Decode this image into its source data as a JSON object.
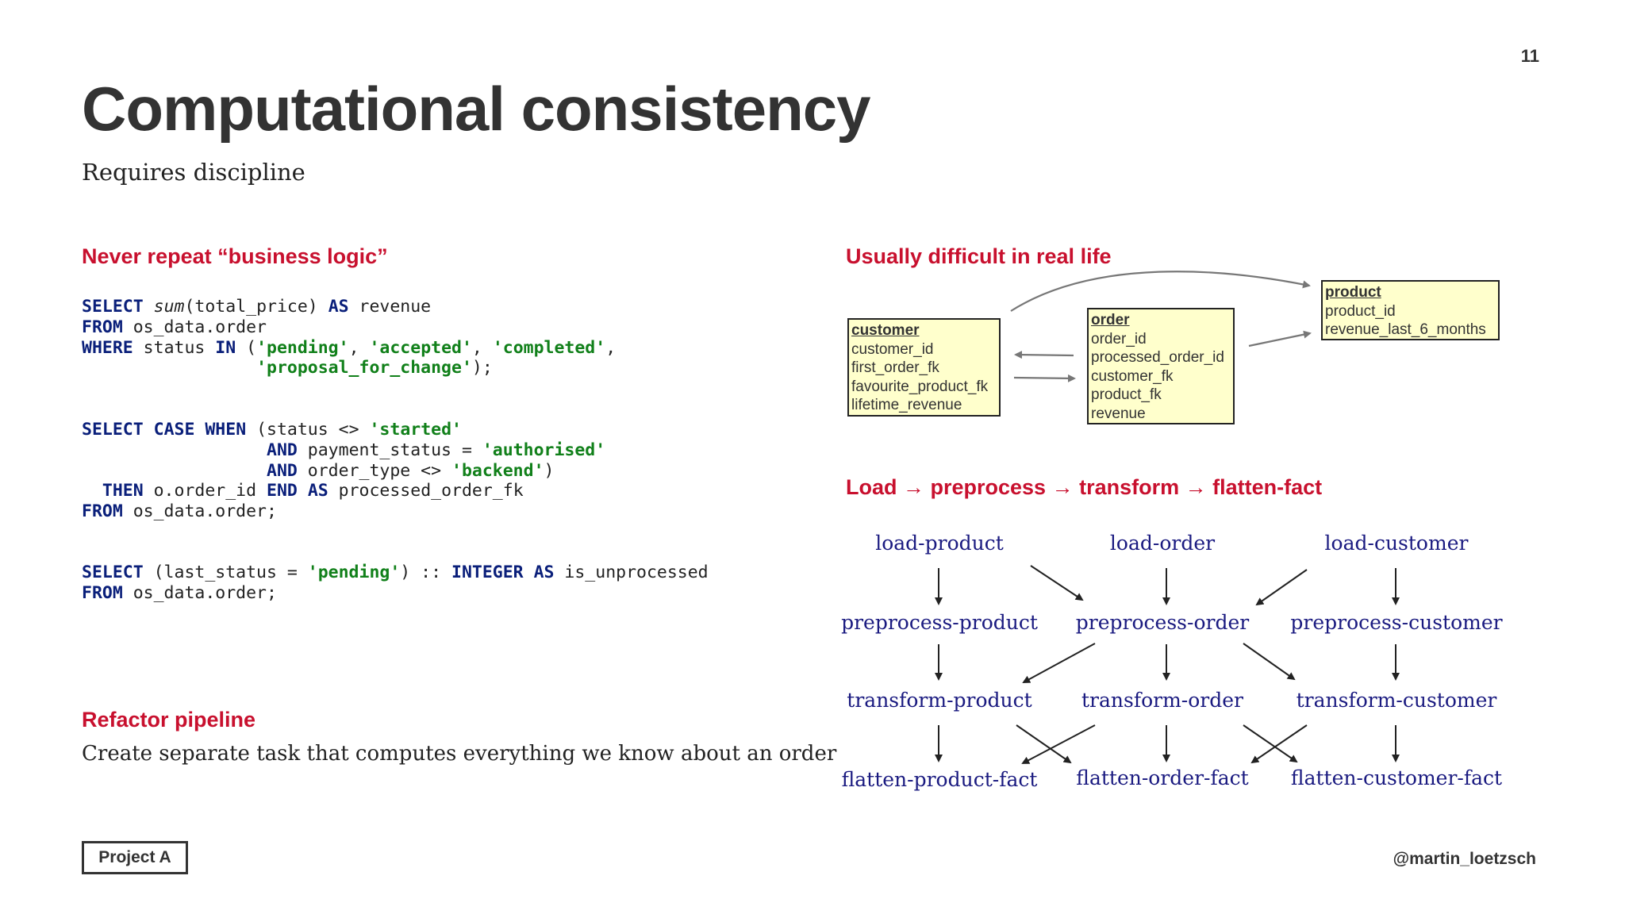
{
  "slide": {
    "page_number": "11",
    "title": "Computational consistency",
    "subtitle": "Requires discipline",
    "footer": {
      "badge": "Project A",
      "handle": "@martin_loetzsch"
    }
  },
  "left": {
    "heading1": "Never repeat “business logic”",
    "heading2": "Refactor pipeline",
    "refactor_text": "Create separate task that computes everything we know about an order"
  },
  "right": {
    "heading1": "Usually difficult in real life",
    "heading2": "Load → preprocess → transform → flatten-fact"
  },
  "erd": {
    "customer": {
      "name": "customer",
      "fields": [
        "customer_id",
        "first_order_fk",
        "favourite_product_fk",
        "lifetime_revenue"
      ]
    },
    "order": {
      "name": "order",
      "fields": [
        "order_id",
        "processed_order_id",
        "customer_fk",
        "product_fk",
        "revenue"
      ]
    },
    "product": {
      "name": "product",
      "fields": [
        "product_id",
        "revenue_last_6_months"
      ]
    }
  },
  "pipeline": {
    "load_product": "load-product",
    "load_order": "load-order",
    "load_customer": "load-customer",
    "preprocess_product": "preprocess-product",
    "preprocess_order": "preprocess-order",
    "preprocess_customer": "preprocess-customer",
    "transform_product": "transform-product",
    "transform_order": "transform-order",
    "transform_customer": "transform-customer",
    "flatten_product": "flatten-product-fact",
    "flatten_order": "flatten-order-fact",
    "flatten_customer": "flatten-customer-fact"
  },
  "sql": {
    "q1": {
      "l1": [
        "SELECT",
        "sum",
        "(total_price) ",
        "AS",
        " revenue"
      ],
      "l2": [
        "FROM",
        " os_data.order"
      ],
      "l3": [
        "WHERE",
        " status ",
        "IN",
        " (",
        "'pending'",
        ", ",
        "'accepted'",
        ", ",
        "'completed'",
        ","
      ],
      "l4": [
        "'proposal_for_change'",
        ");"
      ]
    },
    "q2": {
      "l1": [
        "SELECT",
        " ",
        "CASE",
        " ",
        "WHEN",
        " (status <> ",
        "'started'"
      ],
      "l2": [
        "AND",
        " payment_status = ",
        "'authorised'"
      ],
      "l3": [
        "AND",
        " order_type <> ",
        "'backend'",
        ")"
      ],
      "l4": [
        "THEN",
        " o.order_id ",
        "END",
        " ",
        "AS",
        " processed_order_fk"
      ],
      "l5": [
        "FROM",
        " os_data.order;"
      ]
    },
    "q3": {
      "l1": [
        "SELECT",
        " (last_status = ",
        "'pending'",
        ") :: ",
        "INTEGER",
        " ",
        "AS",
        " is_unprocessed"
      ],
      "l2": [
        "FROM",
        " os_data.order;"
      ]
    }
  }
}
